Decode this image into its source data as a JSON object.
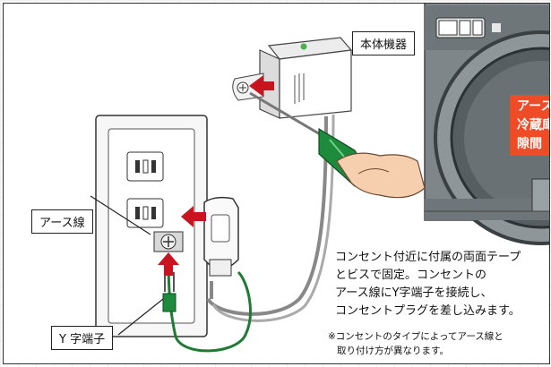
{
  "labels": {
    "main_unit": "本体機器",
    "earth_wire": "アース線",
    "y_terminal": "Y 字端子"
  },
  "instruction_lines": [
    "コンセント付近に付属の両面テープ",
    "とビスで固定。コンセントの",
    "アース線にY字端子を接続し、",
    "コンセントプラグを差し込みます。"
  ],
  "note_lines": [
    "※コンセントのタイプによってアース線と",
    "取り付け方が異なります。"
  ],
  "inset_banner_lines": [
    "アース",
    "冷蔵庫",
    "隙間"
  ],
  "colors": {
    "arrow_red": "#c8141e",
    "banner_orange": "#ef4b27",
    "screwdriver_green": "#1e8a3c",
    "wire_green": "#1f7a34",
    "appliance_gray": "#7f8689"
  }
}
